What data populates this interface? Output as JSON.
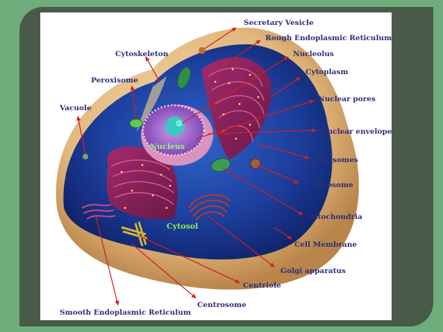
{
  "labels": {
    "secretary_vesicle": "Secretary Vesicle",
    "rough_er": "Rough Endoplasmic Reticulum",
    "cytoskeleton": "Cytoskeleton",
    "nucleolus": "Nucleolus",
    "cytoplasm": "Cytoplasm",
    "peroxisome": "Peroxisome",
    "nuclear_pores": "Nuclear pores",
    "vacuole": "Vacuole",
    "nuclear_envelope": "Nuclear envelope",
    "nucleus": "Nucleus",
    "ribosomes": "Ribosomes",
    "lysosome": "Lysosome",
    "mitochondria": "Mitochondria",
    "cytosol": "Cytosol",
    "cell_membrane": "Cell Membrane",
    "golgi_apparatus": "Golgi apparatus",
    "centriole": "Centriole",
    "centrosome": "Centrosome",
    "smooth_er": "Smooth Endoplasmic Reticulum"
  },
  "colors": {
    "label_text": "#2d2f7a",
    "arrow": "#d21f1f",
    "nucleus_label": "#9af27a",
    "cytosol_label": "#8ef04c"
  }
}
